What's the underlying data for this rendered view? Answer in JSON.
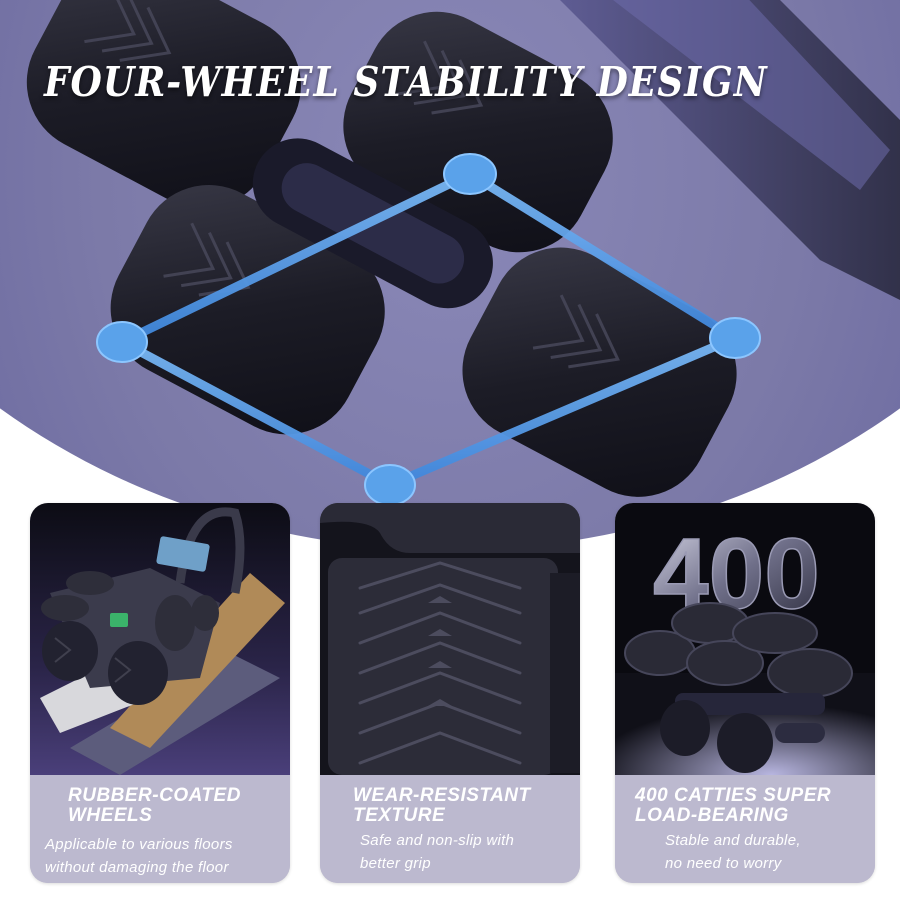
{
  "hero": {
    "headline": "FOUR-WHEEL STABILITY DESIGN",
    "diagram": {
      "shape": "diamond",
      "nodes": 4,
      "accent_color": "#4a90e2"
    },
    "background_color": "#6e6ca4"
  },
  "features": [
    {
      "title_line1": "RUBBER-COATED",
      "title_line2": "WHEELS",
      "desc_line1": "Applicable to various floors",
      "desc_line2": "without damaging the floor",
      "image": "ab-roller-on-floor-samples"
    },
    {
      "title_line1": "WEAR-RESISTANT",
      "title_line2": "TEXTURE",
      "desc_line1": "Safe and non-slip with",
      "desc_line2": "better grip",
      "image": "wheel-tread-closeup"
    },
    {
      "title_line1": "400 CATTIES SUPER",
      "title_line2": "LOAD-BEARING",
      "desc_line1": "Stable and durable,",
      "desc_line2": "no need to worry",
      "image": "tires-stacked-on-roller",
      "image_number": "400"
    }
  ],
  "colors": {
    "card_panel": "#bcb9cf",
    "text": "#ffffff",
    "accent_blue": "#4a90e2"
  }
}
